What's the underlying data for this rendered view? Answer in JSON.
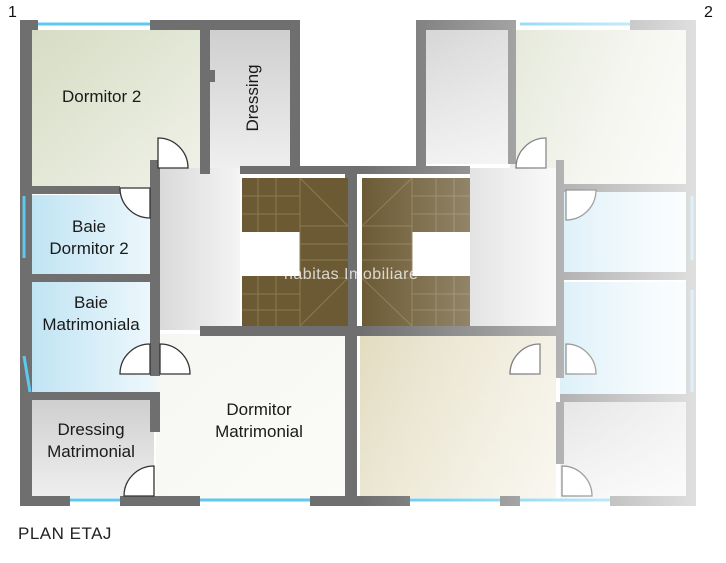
{
  "corner_labels": {
    "left": "1",
    "right": "2"
  },
  "rooms": {
    "dormitor2": "Dormitor 2",
    "dressing": "Dressing",
    "baie_dormitor2": [
      "Baie",
      "Dormitor 2"
    ],
    "baie_matrimoniala": [
      "Baie",
      "Matrimoniala"
    ],
    "dressing_matrimonial": [
      "Dressing",
      "Matrimonial"
    ],
    "dormitor_matrimonial": [
      "Dormitor",
      "Matrimonial"
    ]
  },
  "watermark": "habitas Imobiliare",
  "plan_title": "PLAN ETAJ",
  "colors": {
    "wall": "#6f6f6f",
    "window": "#5ec8ee",
    "bedroom": "#e2e7d5",
    "bathroom": "#d9eef7",
    "stairs": "#6b5a34"
  }
}
